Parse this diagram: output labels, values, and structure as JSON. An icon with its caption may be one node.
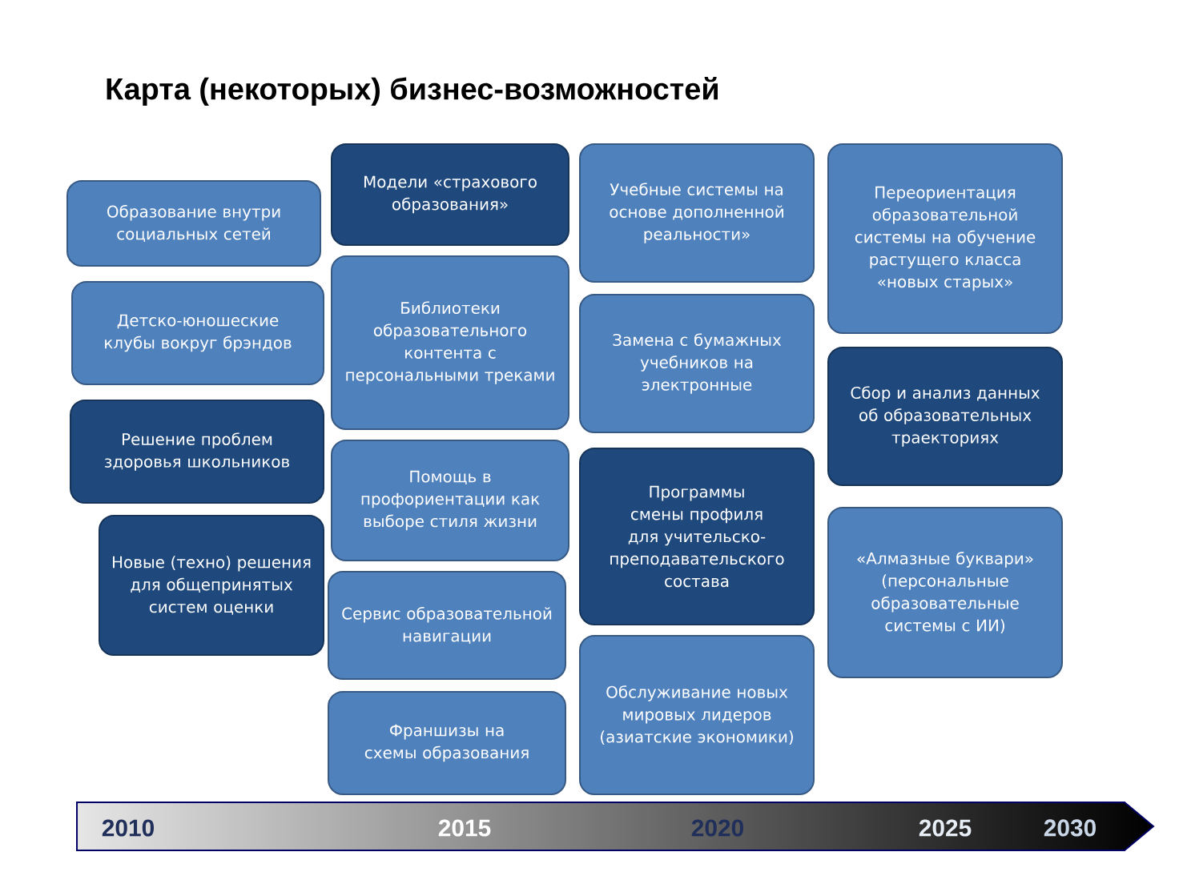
{
  "diagram": {
    "title": "Карта (некоторых) бизнес-возможностей",
    "nodes": [
      {
        "text": [
          "Образование внутри социальных сетей"
        ]
      },
      {
        "text": [
          "Детско-юношеские клубы вокруг брэндов"
        ]
      },
      {
        "text": [
          "Решение проблем здоровья школьников"
        ]
      },
      {
        "text": [
          "Новые (техно) решения для общепринятых систем оценки"
        ]
      },
      {
        "text": [
          "Модели «страхового образования»"
        ]
      },
      {
        "text": [
          "Библиотеки образовательного контента с персональными треками"
        ]
      },
      {
        "text": [
          "Помощь в профориентации как выборе стиля жизни"
        ]
      },
      {
        "text": [
          "Сервис образовательной навигации"
        ]
      },
      {
        "text": [
          "Франшизы на схемы образования"
        ]
      },
      {
        "text": [
          "Учебные системы на основе дополненной реальности»"
        ]
      },
      {
        "text": [
          "Замена с бумажных учебников на электронные"
        ]
      },
      {
        "text": [
          "Программы  смены профиля для учительско-преподавательского состава"
        ]
      },
      {
        "text": [
          "Обслуживание новых мировых лидеров (азиатские экономики)"
        ]
      },
      {
        "text": [
          "Переориентация образовательной системы на обучение растущего класса «новых старых»"
        ]
      },
      {
        "text": [
          "Сбор и анализ данных об образовательных траекториях"
        ]
      },
      {
        "text": [
          "«Алмазные буквари» (персональные образовательные системы с ИИ)"
        ]
      }
    ],
    "labels": [
      "2010",
      "2015",
      "2020",
      "2025",
      "2030"
    ]
  }
}
